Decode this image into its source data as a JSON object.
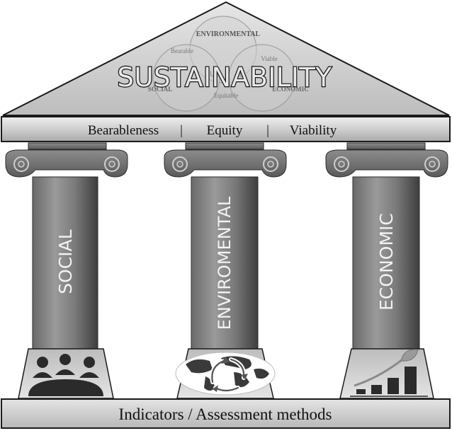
{
  "roof": {
    "title": "SUSTAINABILITY",
    "venn": {
      "environmental": "ENVIRONMENTAL",
      "social": "SOCIAL",
      "economic": "ECONOMIC",
      "bearable": "Bearable",
      "viable": "Viable",
      "equitable": "Equitable",
      "center_fragment_left": "SUS",
      "center_fragment_right": "AB"
    }
  },
  "beam": {
    "items": [
      "Bearableness",
      "Equity",
      "Viability"
    ],
    "separator": "|"
  },
  "pillars": [
    {
      "label": "SOCIAL",
      "icon": "people-meeting-icon"
    },
    {
      "label": "ENVIROMENTAL",
      "icon": "globe-recycle-icon"
    },
    {
      "label": "ECONOMIC",
      "icon": "growth-chart-icon"
    }
  ],
  "base": {
    "label": "Indicators / Assessment methods"
  },
  "colors": {
    "roof_fill": "#c8c8c8",
    "beam_fill": "#d6d6d6",
    "pillar_dark": "#4a4a4a",
    "pillar_mid": "#8a8a8a",
    "base_fill": "#d0d0d0",
    "outline": "#1a1a1a"
  }
}
